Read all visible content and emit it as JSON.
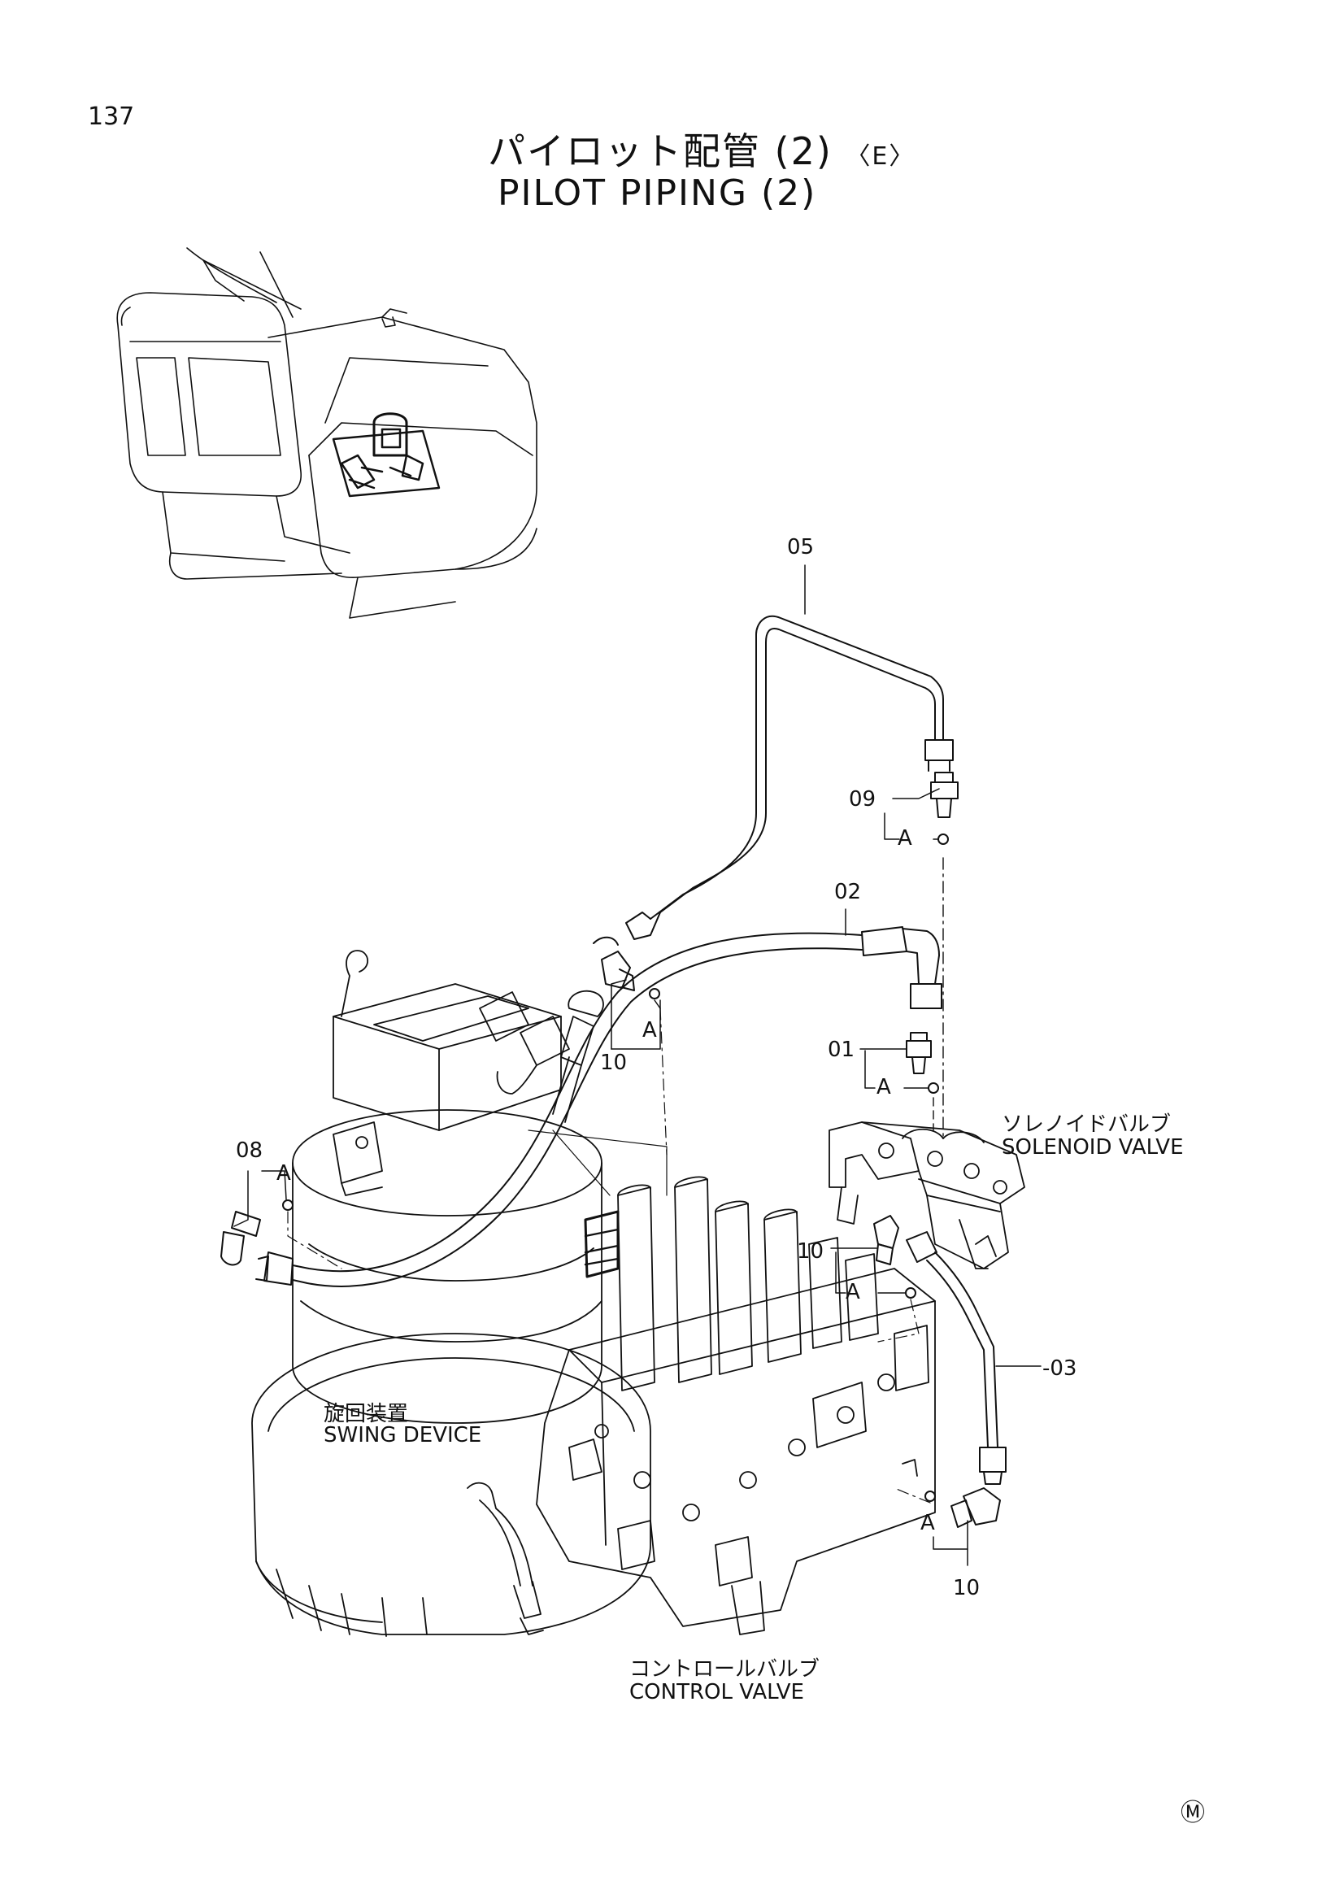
{
  "page": {
    "number": "137",
    "title_jp": "パイロット配管 (2)",
    "title_mark": "〈E〉",
    "title_en": "PILOT PIPING (2)",
    "footer_mark": "Ⓜ"
  },
  "components": {
    "solenoid_jp": "ソレノイドバルブ",
    "solenoid_en": "SOLENOID VALVE",
    "swing_jp": "旋回装置",
    "swing_en": "SWING DEVICE",
    "control_jp": "コントロールバルブ",
    "control_en": "CONTROL VALVE"
  },
  "callouts": {
    "p05": "05",
    "p09": "09",
    "p02": "02",
    "p01": "01",
    "p08": "08",
    "p10_a": "10",
    "p10_b": "10",
    "p10_c": "10",
    "p03": "-03",
    "a1": "A",
    "a2": "A",
    "a3": "A",
    "a4": "A",
    "a5": "A",
    "a6": "A"
  }
}
